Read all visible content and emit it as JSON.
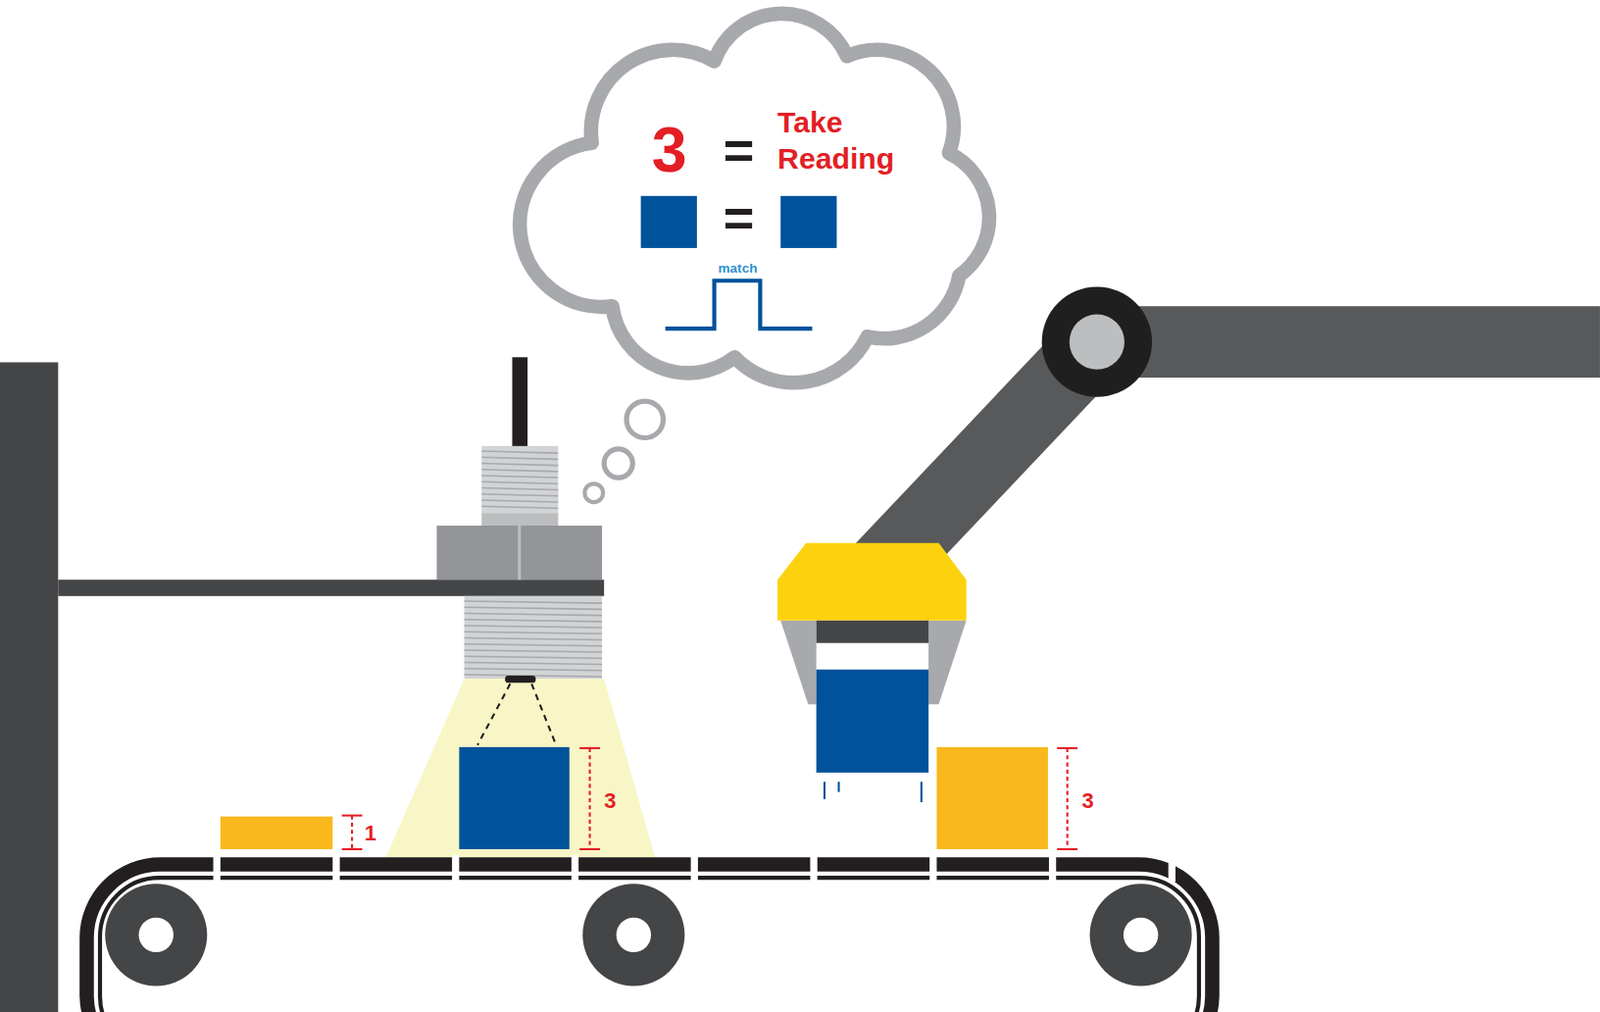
{
  "diagram": {
    "labels": [
      "3",
      "=",
      "Take Reading",
      "=",
      "match",
      "1",
      "3",
      "3"
    ]
  }
}
